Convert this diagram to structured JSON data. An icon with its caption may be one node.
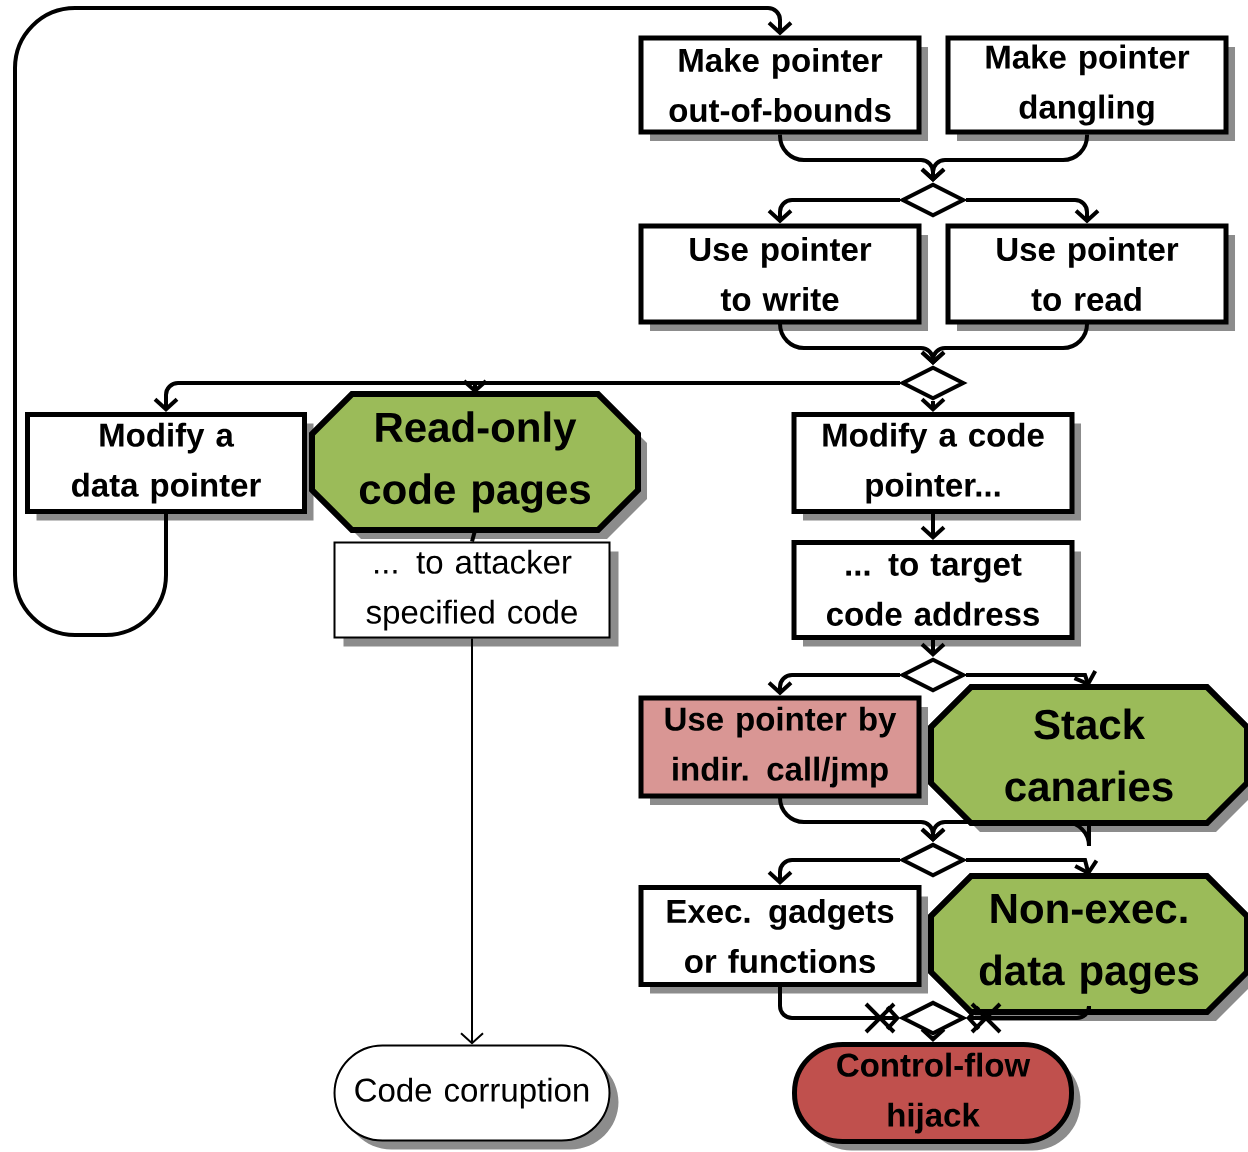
{
  "diagram": {
    "nodes": [
      {
        "text": [
          "Make pointer out-of-bounds"
        ]
      },
      {
        "text": [
          "Make pointer dangling"
        ]
      },
      {
        "text": [],
        "shape": "diamond"
      },
      {
        "text": [
          "Use pointer to write"
        ]
      },
      {
        "text": [
          "Use pointer to read"
        ]
      },
      {
        "text": [],
        "shape": "diamond"
      },
      {
        "text": [
          "Modify a data pointer"
        ]
      },
      {
        "text": [
          "Read-only code pages"
        ]
      },
      {
        "text": [
          "Modify a code pointer..."
        ]
      },
      {
        "text": [
          "... to attacker specified code"
        ]
      },
      {
        "text": [
          "... to target code address"
        ]
      },
      {
        "text": [],
        "shape": "diamond"
      },
      {
        "text": [
          "Use pointer by indir. call/jmp"
        ]
      },
      {
        "text": [
          "Stack canaries"
        ]
      },
      {
        "text": [],
        "shape": "diamond"
      },
      {
        "text": [
          "Exec. gadgets or functions"
        ]
      },
      {
        "text": [
          "Non-exec. data pages"
        ]
      },
      {
        "text": [],
        "shape": "diamond"
      },
      {
        "text": [
          "Control-flow hijack"
        ]
      },
      {
        "text": [
          "Code corruption"
        ]
      }
    ],
    "edges": [
      {
        "from": 0,
        "to": 2,
        "arrow": "to"
      },
      {
        "from": 1,
        "to": 2,
        "arrow": "to"
      },
      {
        "from": 2,
        "to": 3,
        "arrow": "to"
      },
      {
        "from": 2,
        "to": 4,
        "arrow": "to"
      },
      {
        "from": 3,
        "to": 5,
        "arrow": "to"
      },
      {
        "from": 4,
        "to": 5,
        "arrow": "to"
      },
      {
        "from": 5,
        "to": 6,
        "arrow": "to"
      },
      {
        "from": 5,
        "to": 8,
        "arrow": "to"
      },
      {
        "from": 6,
        "to": 0,
        "arrow": "to"
      },
      {
        "from": 5,
        "to": 7,
        "arrow": "to"
      },
      {
        "from": 7,
        "to": 9,
        "arrow": "none"
      },
      {
        "from": 9,
        "to": 19,
        "arrow": "to"
      },
      {
        "from": 8,
        "to": 10,
        "arrow": "to"
      },
      {
        "from": 10,
        "to": 11,
        "arrow": "to"
      },
      {
        "from": 11,
        "to": 12,
        "arrow": "to"
      },
      {
        "from": 11,
        "to": 13,
        "arrow": "to"
      },
      {
        "from": 12,
        "to": 14,
        "arrow": "to"
      },
      {
        "from": 13,
        "to": 14,
        "arrow": "to"
      },
      {
        "from": 14,
        "to": 15,
        "arrow": "to"
      },
      {
        "from": 14,
        "to": 16,
        "arrow": "to"
      },
      {
        "from": 15,
        "to": 17,
        "arrow": "to"
      },
      {
        "from": 16,
        "to": 17,
        "arrow": "to"
      },
      {
        "from": 17,
        "to": 18,
        "arrow": "to"
      }
    ]
  }
}
